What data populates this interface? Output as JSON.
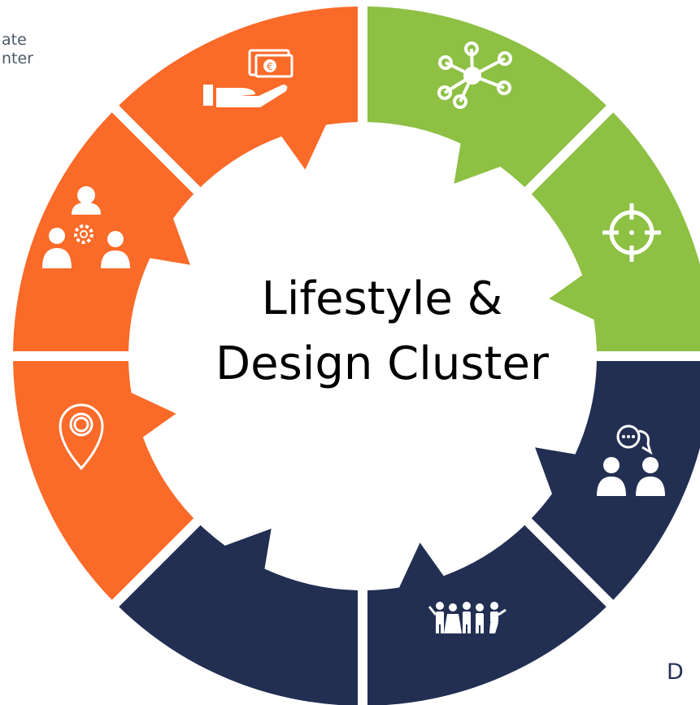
{
  "center_title_line1": "Lifestyle &",
  "center_title_line2": "Design Cluster",
  "corner_text_top_left": [
    "ate",
    "nter"
  ],
  "corner_text_bottom_right": [
    "D",
    ""
  ],
  "colors": {
    "orange": "#fa6a28",
    "green": "#8dc043",
    "navy": "#222f52",
    "icon": "#ffffff"
  },
  "segments": [
    {
      "name": "segment-funding",
      "color": "orange",
      "icon": "hand-money-icon"
    },
    {
      "name": "segment-network",
      "color": "green",
      "icon": "network-nodes-icon"
    },
    {
      "name": "segment-focus",
      "color": "green",
      "icon": "target-crosshair-icon"
    },
    {
      "name": "segment-dialogue",
      "color": "navy",
      "icon": "people-chat-icon"
    },
    {
      "name": "segment-community",
      "color": "navy",
      "icon": "group-people-icon"
    },
    {
      "name": "segment-blank",
      "color": "navy",
      "icon": ""
    },
    {
      "name": "segment-location",
      "color": "orange",
      "icon": "location-pin-icon"
    },
    {
      "name": "segment-collaboration",
      "color": "orange",
      "icon": "people-gear-icon"
    }
  ]
}
